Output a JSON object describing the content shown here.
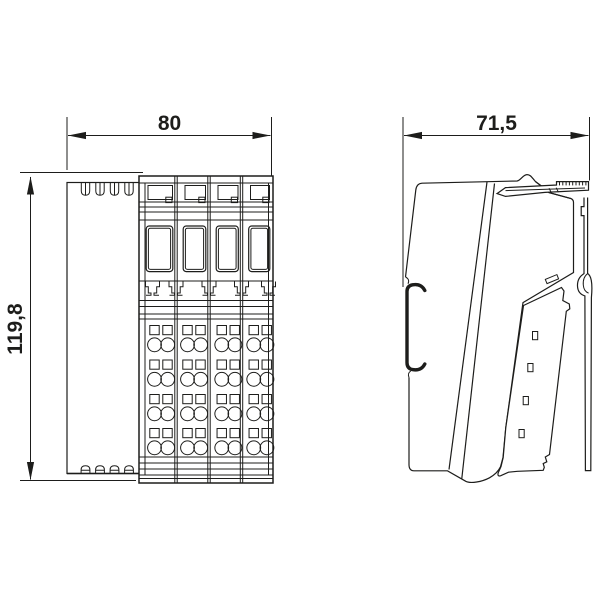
{
  "drawing": {
    "dimensions": {
      "front_width_mm": "80",
      "front_height_mm": "119,8",
      "side_depth_mm": "71,5"
    },
    "colors": {
      "line": "#1d1d1b",
      "background": "#ffffff"
    }
  }
}
